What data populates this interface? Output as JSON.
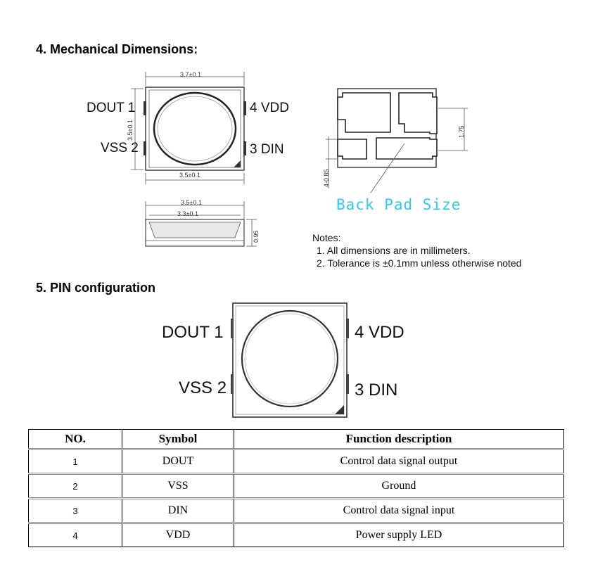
{
  "section4": {
    "heading": "4. Mechanical Dimensions:"
  },
  "section5": {
    "heading": "5. PIN configuration"
  },
  "top_view": {
    "pin_labels": {
      "dout": "DOUT 1",
      "vss": "VSS 2",
      "vdd": "4 VDD",
      "din": "3 DIN"
    },
    "dims": {
      "top_width": "3.7±0.1",
      "bottom_width": "3.5±0.1",
      "height": "3.5±0.1"
    }
  },
  "side_view": {
    "dims": {
      "outer": "3.5±0.1",
      "inner": "3.3±0.1",
      "thickness": "0.95"
    }
  },
  "back_pad": {
    "label": "Back Pad Size",
    "dims": {
      "pad_height": "1.75",
      "pad_gap": "4-0.85"
    }
  },
  "notes": {
    "title": "Notes:",
    "items": [
      "1. All dimensions are in millimeters.",
      "2. Tolerance is ±0.1mm unless otherwise noted"
    ]
  },
  "pin_config": {
    "labels": {
      "dout": "DOUT 1",
      "vss": "VSS 2",
      "vdd": "4 VDD",
      "din": "3 DIN"
    }
  },
  "pin_table": {
    "headers": {
      "no": "NO.",
      "symbol": "Symbol",
      "function": "Function description"
    },
    "rows": [
      {
        "no": "1",
        "symbol": "DOUT",
        "function": "Control data signal output"
      },
      {
        "no": "2",
        "symbol": "VSS",
        "function": "Ground"
      },
      {
        "no": "3",
        "symbol": "DIN",
        "function": "Control data signal input"
      },
      {
        "no": "4",
        "symbol": "VDD",
        "function": "Power supply LED"
      }
    ]
  }
}
